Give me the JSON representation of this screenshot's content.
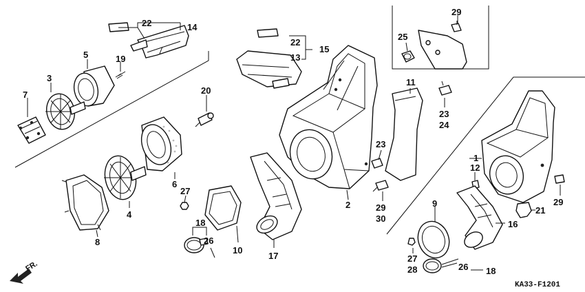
{
  "diagram_code": "KA33-F1201",
  "direction_label": "FR.",
  "callouts": [
    {
      "id": "c1",
      "text": "1"
    },
    {
      "id": "c2",
      "text": "2"
    },
    {
      "id": "c3",
      "text": "3"
    },
    {
      "id": "c4",
      "text": "4"
    },
    {
      "id": "c5",
      "text": "5"
    },
    {
      "id": "c6",
      "text": "6"
    },
    {
      "id": "c7",
      "text": "7"
    },
    {
      "id": "c8",
      "text": "8"
    },
    {
      "id": "c9",
      "text": "9"
    },
    {
      "id": "c10",
      "text": "10"
    },
    {
      "id": "c11",
      "text": "11"
    },
    {
      "id": "c12",
      "text": "12"
    },
    {
      "id": "c13",
      "text": "13"
    },
    {
      "id": "c14",
      "text": "14"
    },
    {
      "id": "c15",
      "text": "15"
    },
    {
      "id": "c16",
      "text": "16"
    },
    {
      "id": "c17",
      "text": "17"
    },
    {
      "id": "c18a",
      "text": "18"
    },
    {
      "id": "c18b",
      "text": "18"
    },
    {
      "id": "c19",
      "text": "19"
    },
    {
      "id": "c20",
      "text": "20"
    },
    {
      "id": "c21",
      "text": "21"
    },
    {
      "id": "c22a",
      "text": "22"
    },
    {
      "id": "c22b",
      "text": "22"
    },
    {
      "id": "c23a",
      "text": "23"
    },
    {
      "id": "c23b",
      "text": "23"
    },
    {
      "id": "c24",
      "text": "24"
    },
    {
      "id": "c25",
      "text": "25"
    },
    {
      "id": "c26a",
      "text": "26"
    },
    {
      "id": "c26b",
      "text": "26"
    },
    {
      "id": "c27a",
      "text": "27"
    },
    {
      "id": "c27b",
      "text": "27"
    },
    {
      "id": "c28",
      "text": "28"
    },
    {
      "id": "c29a",
      "text": "29"
    },
    {
      "id": "c29b",
      "text": "29"
    },
    {
      "id": "c29c",
      "text": "29"
    },
    {
      "id": "c30",
      "text": "30"
    }
  ]
}
